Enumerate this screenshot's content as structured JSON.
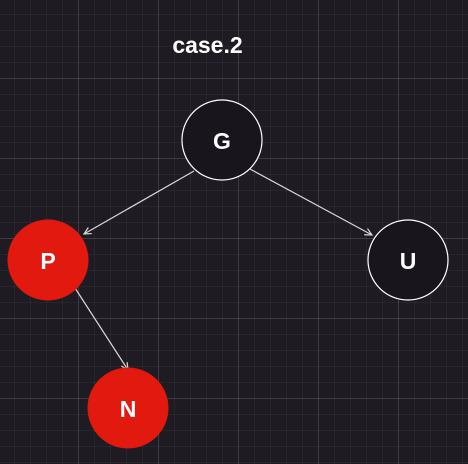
{
  "diagram": {
    "title": "case.2",
    "colors": {
      "background": "#1e1c22",
      "black_node_fill": "#18161c",
      "red_node_fill": "#e2190e",
      "node_stroke": "#ffffff",
      "edge": "#d8d8d8",
      "label": "#ffffff"
    },
    "nodes": [
      {
        "id": "G",
        "label": "G",
        "color": "black"
      },
      {
        "id": "P",
        "label": "P",
        "color": "red"
      },
      {
        "id": "U",
        "label": "U",
        "color": "black"
      },
      {
        "id": "N",
        "label": "N",
        "color": "red"
      }
    ],
    "edges": [
      {
        "from": "G",
        "to": "P"
      },
      {
        "from": "G",
        "to": "U"
      },
      {
        "from": "P",
        "to": "N"
      }
    ]
  }
}
